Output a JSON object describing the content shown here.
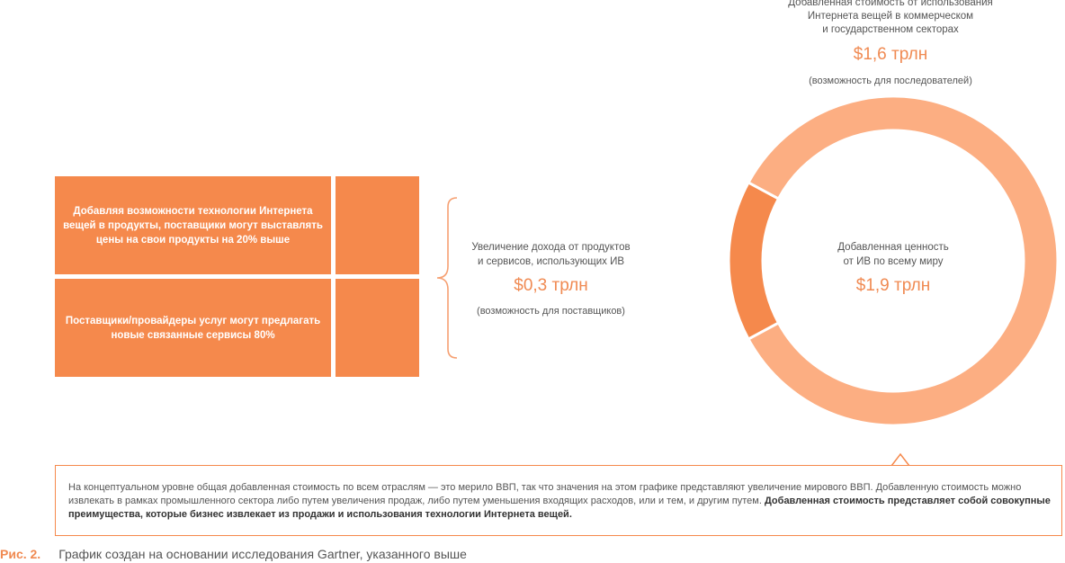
{
  "left": {
    "box1_text": "Добавляя возможности технологии Интернета вещей в продукты, поставщики могут выставлять цены на свои продукты на 20% выше",
    "box2_text": "Поставщики/провайдеры услуг могут предлагать новые связанные сервисы 80%",
    "middle_line1": "Увеличение дохода от продуктов",
    "middle_line2": "и сервисов, использующих ИВ",
    "middle_value": "$0,3 трлн",
    "middle_sub": "(возможность для поставщиков)"
  },
  "top": {
    "line1": "Добавленная стоимость от использования",
    "line2": "Интернета вещей в коммерческом",
    "line3": "и государственном секторах",
    "value": "$1,6 трлн",
    "sub": "(возможность для последователей)"
  },
  "center": {
    "line1": "Добавленная ценность",
    "line2": "от ИВ по всему миру",
    "value": "$1,9 трлн"
  },
  "note": {
    "text": "На концептуальном уровне общая добавленная стоимость по всем отраслям — это мерило ВВП, так что значения на этом графике представляют увеличение мирового ВВП. Добавленную стоимость можно извлекать в рамках промышленного сектора либо путем увеличения продаж, либо путем уменьшения входящих расходов, или и тем, и другим путем.",
    "bold": "Добавленная стоимость представляет собой совокупные преимущества, которые бизнес извлекает из продажи и использования технологии Интернета вещей."
  },
  "caption": {
    "label": "Рис. 2.",
    "text": "График создан на основании исследования Gartner, указанного выше"
  },
  "chart_data": {
    "type": "pie",
    "donut": true,
    "total": 1.9,
    "slices": [
      {
        "label": "$0,3 трлн",
        "value": 0.3,
        "color": "#f5894c"
      },
      {
        "label": "$1,6 трлн",
        "value": 1.6,
        "color": "#fcae82"
      }
    ],
    "center_value": "$1,9 трлн"
  },
  "colors": {
    "accent": "#f5894c",
    "light": "#fcae82"
  }
}
